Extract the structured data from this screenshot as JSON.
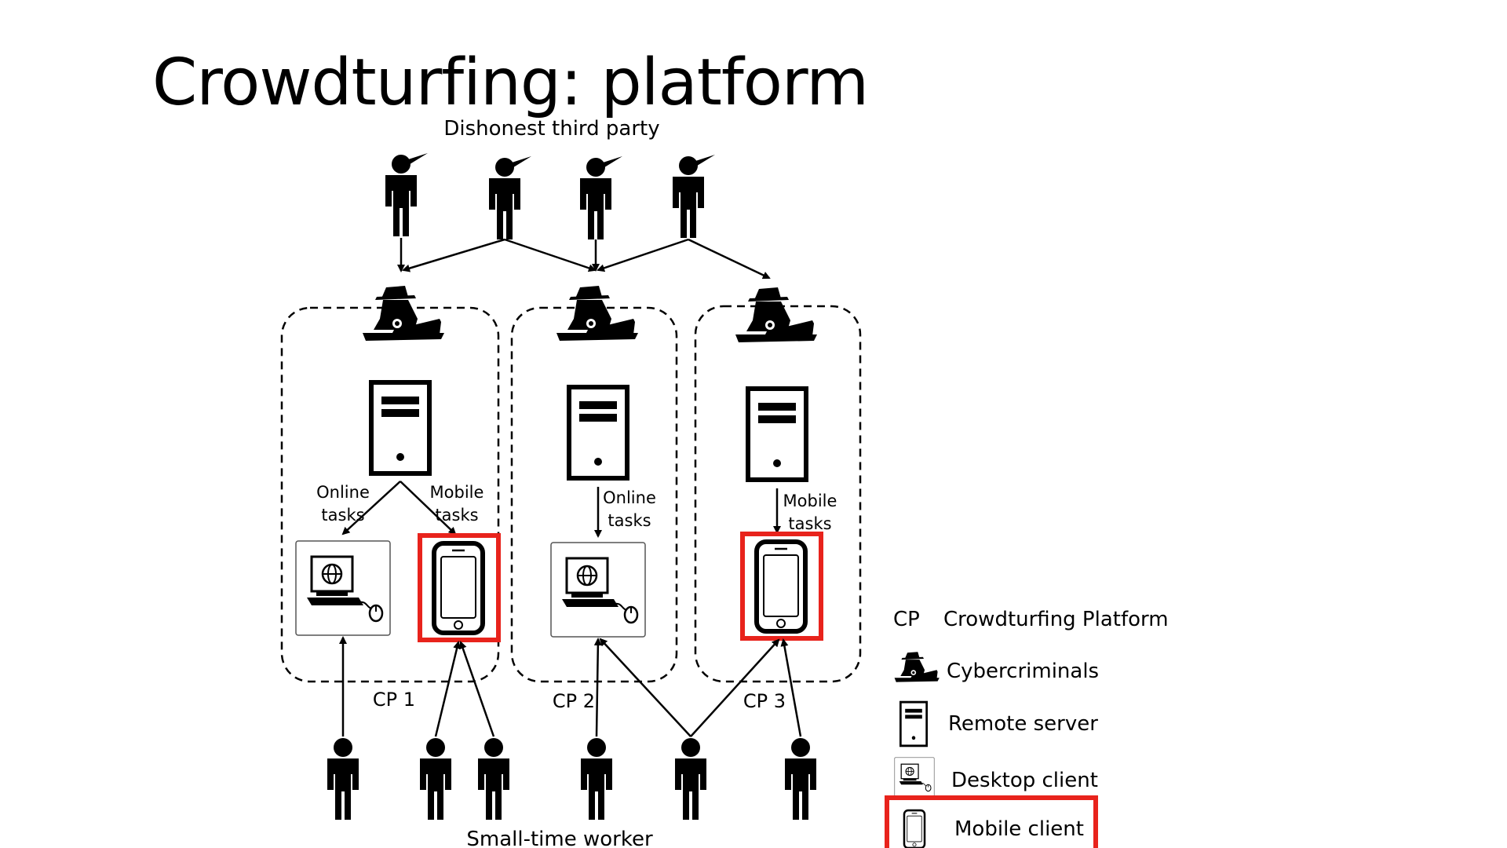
{
  "title": "Crowdturfing: platform",
  "diagram": {
    "top_label": "Dishonest third party",
    "bottom_label": "Small-time worker",
    "platform_labels": [
      "CP 1",
      "CP 2",
      "CP 3"
    ],
    "edge_labels": {
      "cp1_online": [
        "Online",
        "tasks"
      ],
      "cp1_mobile": [
        "Mobile",
        "tasks"
      ],
      "cp2_online": [
        "Online",
        "tasks"
      ],
      "cp3_mobile": [
        "Mobile",
        "tasks"
      ]
    }
  },
  "legend": {
    "items": [
      {
        "key": "CP",
        "label": "Crowdturfing Platform",
        "icon": "none"
      },
      {
        "label": "Cybercriminals",
        "icon": "hacker-icon"
      },
      {
        "label": "Remote server",
        "icon": "server-icon"
      },
      {
        "label": "Desktop client",
        "icon": "desktop-icon"
      },
      {
        "label": "Mobile client",
        "icon": "phone-icon"
      }
    ]
  },
  "colors": {
    "highlight": "#e8231c",
    "ink": "#000000"
  }
}
